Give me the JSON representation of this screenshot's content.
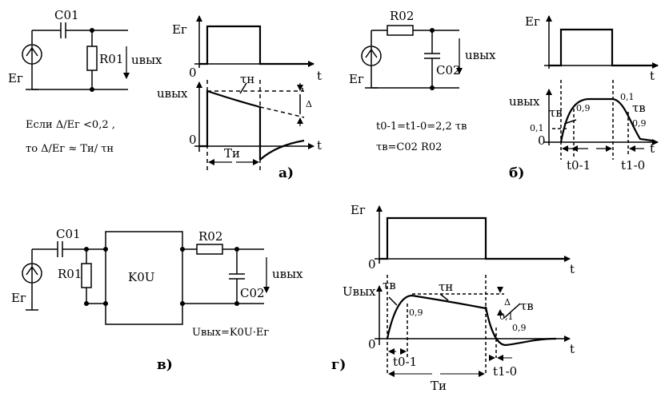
{
  "panels": {
    "a": {
      "caption": "а)",
      "circuit": {
        "source": "Eг",
        "capacitor": "C01",
        "resistor": "R01",
        "output": "uвых"
      },
      "plot_top": {
        "ylabel": "Eг",
        "xlabel": "t",
        "origin": "0"
      },
      "plot_bottom": {
        "ylabel": "uвых",
        "xlabel": "t",
        "origin": "0",
        "tau": "τн",
        "delta": "Δ",
        "pulse": "Tи"
      },
      "note_line1": "Если Δ/Eг <0,2 ,",
      "note_line2": "то Δ/Eг ≈ Tи/ τн"
    },
    "b": {
      "caption": "б)",
      "circuit": {
        "source": "Eг",
        "resistor": "R02",
        "capacitor": "C02",
        "output": "uвых"
      },
      "plot_top": {
        "ylabel": "Eг",
        "xlabel": "t"
      },
      "plot_bottom": {
        "ylabel": "uвых",
        "xlabel": "t",
        "origin": "0",
        "tau_rise": "τв",
        "tau_fall": "τв",
        "l01": "0,1",
        "l09": "0,9",
        "r01": "0,1",
        "r09": "0,9",
        "t01": "t0-1",
        "t10": "t1-0"
      },
      "formula1": "t0-1=t1-0=2,2 τв",
      "formula2": "τв=C02 R02"
    },
    "v": {
      "caption": "в)",
      "circuit": {
        "source": "Eг",
        "capacitor": "C01",
        "resistor": "R01",
        "amp": "K0U",
        "resistor2": "R02",
        "capacitor2": "C02",
        "output": "uвых"
      },
      "formula": "Uвых=K0U·Eг"
    },
    "g": {
      "caption": "г)",
      "plot_top": {
        "ylabel": "Eг",
        "xlabel": "t",
        "origin": "0"
      },
      "plot_bottom": {
        "ylabel": "Uвых",
        "xlabel": "t",
        "origin": "0",
        "tau_b1": "τв",
        "tau_n": "τн",
        "tau_b2": "τв",
        "delta": "Δ",
        "v09a": "0,9",
        "v01": "0,1",
        "v09b": "0,9",
        "t01": "t0-1",
        "t10": "t1-0",
        "pulse": "Tи"
      }
    }
  }
}
